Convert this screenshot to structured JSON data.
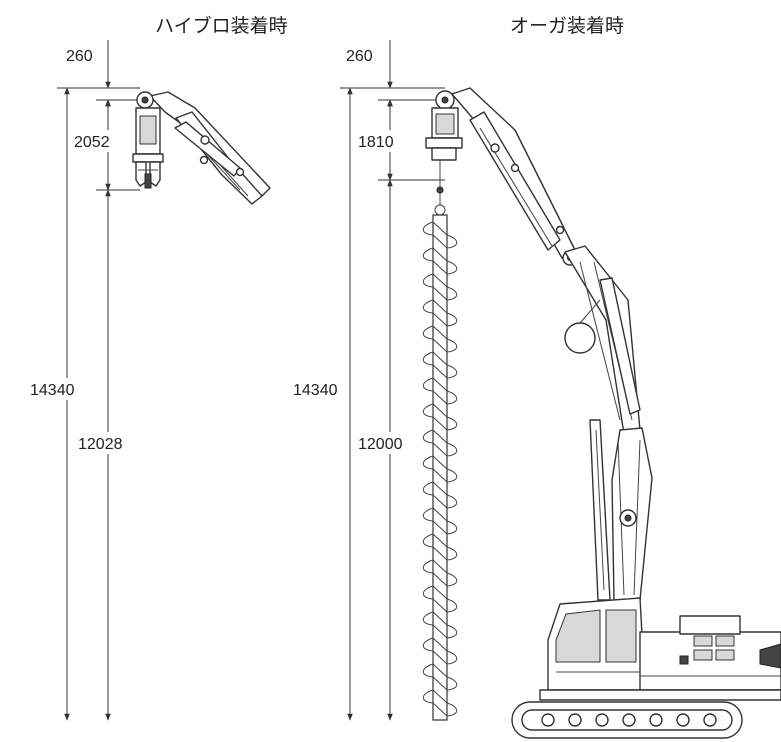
{
  "titles": {
    "left": "ハイブロ装着時",
    "right": "オーガ装着時"
  },
  "left_config": {
    "top_gap": "260",
    "attachment_length": "2052",
    "total_height": "14340",
    "lower_length": "12028"
  },
  "right_config": {
    "top_gap": "260",
    "attachment_length": "1810",
    "total_height": "14340",
    "lower_length": "12000"
  },
  "colors": {
    "line": "#333333",
    "background": "#ffffff",
    "panel": "#d8d8d8"
  }
}
